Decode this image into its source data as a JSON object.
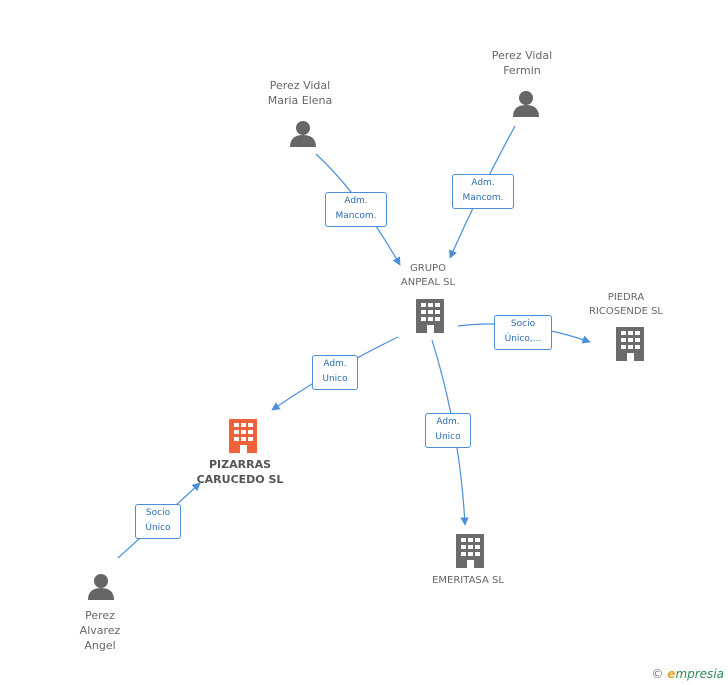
{
  "nodes": {
    "perez_maria": {
      "name": "Perez Vidal\nMaria Elena",
      "icon": "person-icon"
    },
    "perez_fermin": {
      "name": "Perez Vidal\nFermin",
      "icon": "person-icon"
    },
    "grupo_anpeal": {
      "name": "GRUPO\nANPEAL SL",
      "icon": "building-icon"
    },
    "piedra": {
      "name": "PIEDRA\nRICOSENDE SL",
      "icon": "building-icon"
    },
    "pizarras": {
      "name": "PIZARRAS\nCARUCEDO SL",
      "icon": "building-icon"
    },
    "emeritasa": {
      "name": "EMERITASA SL",
      "icon": "building-icon"
    },
    "perez_alvarez": {
      "name": "Perez\nAlvarez\nAngel",
      "icon": "person-icon"
    }
  },
  "edges": {
    "maria_to_grupo": "Adm.\nMancom.",
    "fermin_to_grupo": "Adm.\nMancom.",
    "grupo_to_piedra": "Socio\nÚnico,...",
    "grupo_to_pizarras": "Adm.\nUnico",
    "grupo_to_emeritasa": "Adm.\nUnico",
    "angel_to_pizarras": "Socio\nÚnico"
  },
  "colors": {
    "person": "#666666",
    "building": "#6b6b6b",
    "focus_building": "#f0623a",
    "edge": "#4a90d9"
  },
  "brand": {
    "symbol": "©",
    "initial": "e",
    "rest": "mpresia"
  }
}
